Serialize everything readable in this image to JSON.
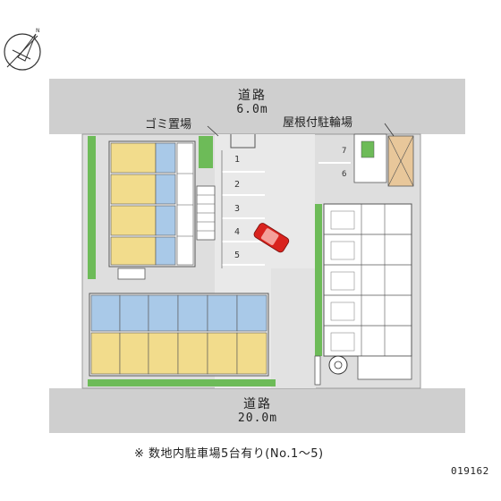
{
  "roads": {
    "top": {
      "name": "道路",
      "width": "6.0m"
    },
    "bottom": {
      "name": "道路",
      "width": "20.0m"
    }
  },
  "labels": {
    "garbage": "ゴミ置場",
    "bicycle_roofed": "屋根付駐輪場"
  },
  "parking_slots": [
    "1",
    "2",
    "3",
    "4",
    "5"
  ],
  "bicycle_slots": [
    "7",
    "6"
  ],
  "footnote": "※ 数地内駐車場5台有り(No.1～5)",
  "property_code": "019162",
  "compass_icon": "compass-north-icon",
  "colors": {
    "road": "#cfcfcf",
    "site": "#dcdcdc",
    "green": "#6dbb58",
    "unit_blue": "#a9c9e8",
    "unit_yellow": "#f2dc8c",
    "car": "#d9231e",
    "bike_shelter": "#e8c79a"
  }
}
